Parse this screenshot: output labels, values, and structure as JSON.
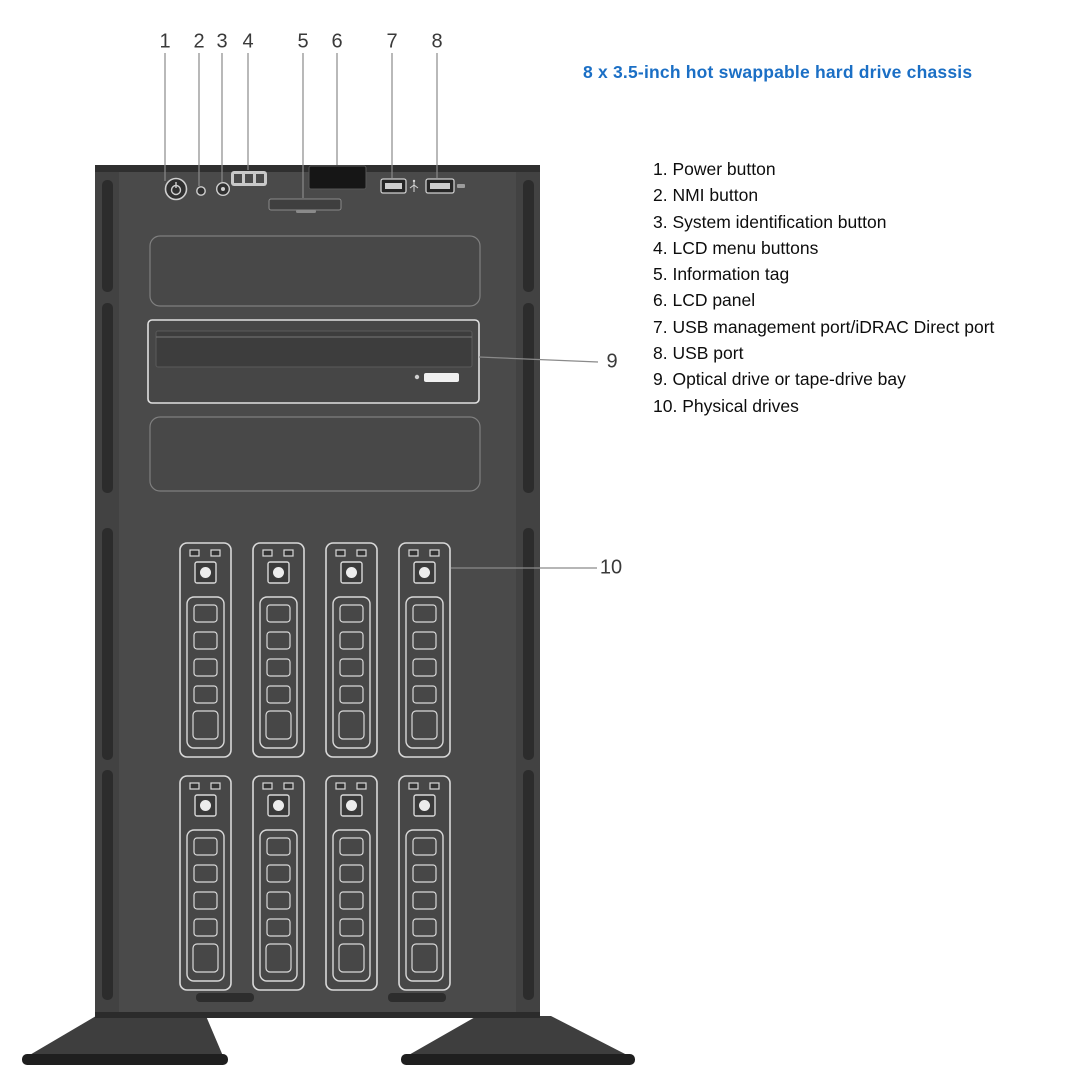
{
  "title": "8 x 3.5-inch hot swappable hard drive chassis",
  "callouts": {
    "top": [
      "1",
      "2",
      "3",
      "4",
      "5",
      "6",
      "7",
      "8"
    ],
    "side": [
      "9",
      "10"
    ]
  },
  "legend": {
    "items": [
      "1. Power button",
      "2. NMI button",
      "3. System identification button",
      "4. LCD menu buttons",
      "5. Information tag",
      "6. LCD panel",
      "7. USB management port/iDRAC Direct port",
      "8. USB port",
      "9. Optical drive or tape-drive bay",
      "10. Physical drives"
    ]
  },
  "colors": {
    "accent_blue": "#1b6fc5",
    "chassis_gray": "#4a4a4a",
    "outline_light": "#d9d9d9",
    "leader_line": "#8a8a8a"
  }
}
